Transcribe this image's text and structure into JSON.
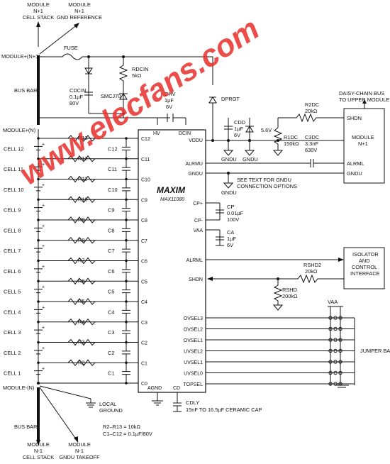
{
  "top_labels": {
    "module_n1_cell_stack": [
      "MODULE",
      "N+1",
      "CELL STACK"
    ],
    "module_n1_gnd_ref": [
      "MODULE",
      "N+1",
      "GND REFERENCE"
    ],
    "module_n1": "MODULE+(N+1)",
    "module_n": "MODULE+(N)",
    "fuse": "FUSE",
    "bus_bar_top": "BUS BAR"
  },
  "bottom_labels": {
    "module_minus_n": "MODULE-(N)",
    "bus_bar_bottom": "BUS BAR",
    "local_ground": [
      "LOCAL",
      "GROUND"
    ],
    "module_n_minus1_cell_stack": [
      "MODULE",
      "N-1",
      "CELL STACK"
    ],
    "module_n_minus1_gnd": [
      "MODULE",
      "N-1",
      "GNDU TAKEOFF"
    ],
    "notes": [
      "R2–R13 = 10kΩ",
      "C1–C12 = 0.1µF/80V"
    ],
    "cdly": [
      "CDLY",
      "15nF TO 16.5µF CERAMIC CAP"
    ]
  },
  "components": {
    "rdcin": [
      "RDCIN",
      "5kΩ"
    ],
    "cdcin": [
      "CDCIN",
      "0.1µF",
      "80V"
    ],
    "smcj70": "SMCJ70",
    "chv": [
      "CHV",
      "1µF",
      "6V"
    ],
    "dprot": "DPROT",
    "cdd": [
      "CDD",
      "1µF",
      "6V"
    ],
    "zener": "5.6V",
    "r1dc": [
      "R1DC",
      "150kΩ"
    ],
    "r2dc": [
      "R2DC",
      "20kΩ"
    ],
    "c3dc": [
      "C3DC",
      "3.3nF",
      "630V"
    ],
    "cp": [
      "CP",
      "0.01µF",
      "100V"
    ],
    "ca": [
      "CA",
      "1µF",
      "6V"
    ],
    "rshd2": [
      "RSHD2",
      "20kΩ"
    ],
    "rshd": [
      "RSHD",
      "200kΩ"
    ],
    "vaa": "VAA",
    "gnd_u": "GNDU",
    "gnd_note": [
      "SEE TEXT FOR GNDU",
      "CONNECTION OPTIONS"
    ]
  },
  "ic": {
    "brand": "MAXIM",
    "part": "MAX11080",
    "left_pins": [
      "C12",
      "C11",
      "C10",
      "C9",
      "C8",
      "C7",
      "C6",
      "C5",
      "C4",
      "C3",
      "C2",
      "C1",
      "C0"
    ],
    "top_pins": [
      "HV",
      "DCIN"
    ],
    "right_pins_top": [
      "VDDU",
      "ALRMU",
      "GNDU",
      "CP+",
      "CP-",
      "VAA",
      "ALRML",
      "SHDN"
    ],
    "right_pins_bottom": [
      "OVSEL3",
      "OVSEL2",
      "OVSEL1",
      "UVSEL2",
      "UVSEL1",
      "UVSEL0",
      "TOPSEL"
    ],
    "bottom_pins": [
      "AGND",
      "CD"
    ]
  },
  "cells": [
    "CELL 12",
    "CELL 11",
    "CELL 10",
    "CELL 9",
    "CELL 8",
    "CELL 7",
    "CELL 6",
    "CELL 5",
    "CELL 4",
    "CELL 3",
    "CELL 2",
    "CELL 1"
  ],
  "resistors": [
    "R13",
    "R12",
    "R11",
    "R10",
    "R9",
    "R8",
    "R7",
    "R6",
    "R5",
    "R4",
    "R3",
    "R2"
  ],
  "caps": [
    "C12",
    "C11",
    "C10",
    "C9",
    "C8",
    "C7",
    "C6",
    "C5",
    "C4",
    "C3",
    "C2",
    "C1"
  ],
  "boxes": {
    "daisy_chain": [
      "DAISY-CHAIN BUS",
      "TO UPPER MODULES"
    ],
    "module_n1_box": [
      "MODULE",
      "N+1"
    ],
    "box_pins": [
      "SHDN",
      "ALRML",
      "GNDU"
    ],
    "isolator": [
      "ISOLATOR",
      "AND",
      "CONTROL",
      "INTERFACE"
    ],
    "jumper_bank": "JUMPER BANK"
  },
  "watermark": "www.elecfans.com"
}
